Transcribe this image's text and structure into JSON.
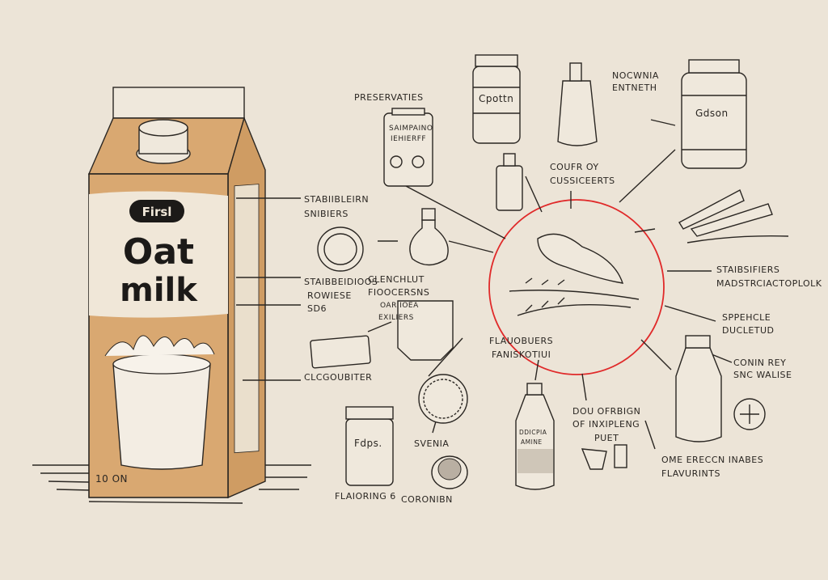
{
  "carton": {
    "badge": "Firsl",
    "title_line1": "Oat",
    "title_line2": "milk",
    "volume": "10 ON"
  },
  "labels": {
    "preservatives": "PRESERVATIES",
    "jar_small_line1": "SAIMPAINO",
    "jar_small_line2": "IEHIERFF",
    "jar_top": "Cpottn",
    "top_right_line1": "NOCWNIA",
    "top_right_line2": "ENTNETH",
    "big_jar": "Gdson",
    "center_top_line1": "COUFR OY",
    "center_top_line2": "CUSSICEERTS",
    "stab_line1": "STABIIBLEIRN",
    "stab_line2": "SNIBIERS",
    "stab2_line1": "STAIBBEIDIOOS",
    "stab2_line2": "ROWIESE",
    "stab2_line3": "SD6",
    "clench_line1": "CLENCHLUT",
    "clench_line2": "FIOOCERSNS",
    "glass_line1": "OAR IOEA",
    "glass_line2": "EXILIERS",
    "right_stab_line1": "STAIBSIFIERS",
    "right_stab_line2": "MADSTRCIACTOPLOLK",
    "sppehcle_line1": "SPPEHCLE",
    "sppehcle_line2": "DUCLETUD",
    "center_bottom_line1": "FLAUOBUERS",
    "center_bottom_line2": "FANISKOTIUI",
    "clcgoubiter": "CLCGOUBITER",
    "conin_line1": "CONIN REY",
    "conin_line2": "SNC WALISE",
    "dou_line1": "DOU OFRBIGN",
    "dou_line2": "OF INXIPLENG",
    "dou_line3": "PUET",
    "ome_line1": "OME ERECCN INABES",
    "ome_line2": "FLAVURINTS",
    "svenia": "SVENIA",
    "flavoring": "FLAIORING 6",
    "coronibn": "CORONIBN",
    "fdps_jar": "Fdps.",
    "bottle_line1": "DDICPIA",
    "bottle_line2": "AMINE"
  },
  "colors": {
    "paper": "#ece4d7",
    "carton": "#d9a871",
    "ink": "#2a2622",
    "circle": "#e02a2a"
  }
}
